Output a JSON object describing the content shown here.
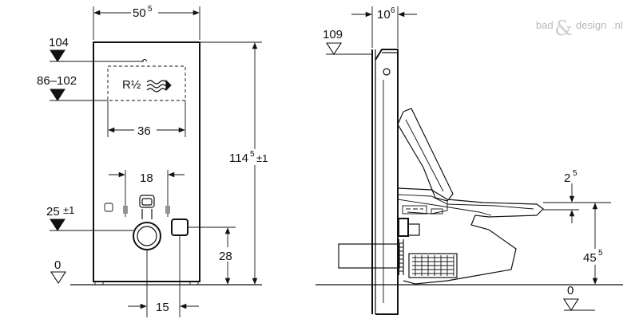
{
  "watermark": {
    "part1": "bad",
    "amp": "&",
    "part2": "design",
    "tld": ".nl"
  },
  "front_view": {
    "width_dim": {
      "main": "50",
      "sup": "5"
    },
    "level_104": "104",
    "level_86_102": "86–102",
    "supply_label": "R½",
    "supply_width": "36",
    "spacing_18": "18",
    "height_dim": {
      "main": "114",
      "sup": "5",
      "tol": "±1"
    },
    "level_25": {
      "main": "25",
      "tol": "±1"
    },
    "level_28": "28",
    "level_0": "0",
    "offset_15": "15"
  },
  "side_view": {
    "depth_dim": {
      "main": "10",
      "sup": "6"
    },
    "level_109": "109",
    "gap_dim": {
      "main": "2",
      "sup": "5"
    },
    "seat_height": {
      "main": "45",
      "sup": "5"
    },
    "level_0": "0"
  }
}
